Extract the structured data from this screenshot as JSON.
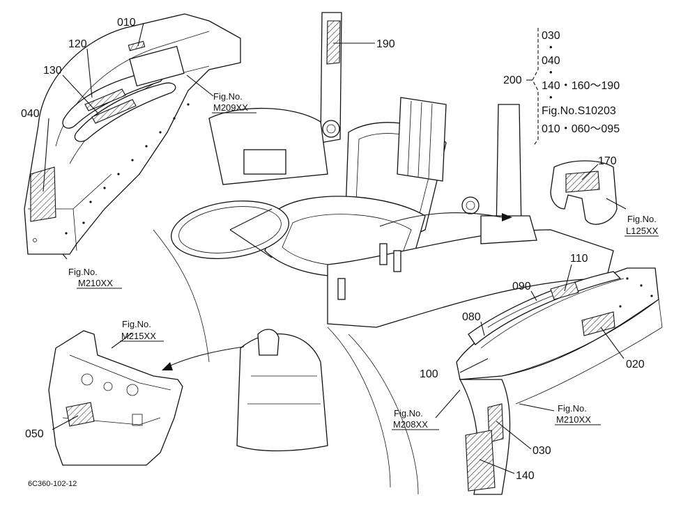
{
  "diagram": {
    "callouts": {
      "c010": "010",
      "c120": "120",
      "c130": "130",
      "c040": "040",
      "c190": "190",
      "c200": "200",
      "c170": "170",
      "c110": "110",
      "c090": "090",
      "c080": "080",
      "c100": "100",
      "c020": "020",
      "c050": "050",
      "c030": "030",
      "c140": "140"
    },
    "group_200": {
      "line1": "030",
      "dot1": "•",
      "line2": "040",
      "dot2": "•",
      "line3": "140・160～190",
      "dot3": "•",
      "line4": "Fig.No.S10203",
      "line5": "010・060～095"
    },
    "fig_refs": {
      "m209_label": "Fig.No.",
      "m209_code": "M209XX",
      "m210a_label": "Fig.No.",
      "m210a_code": "M210XX",
      "m215_label": "Fig.No.",
      "m215_code": "M215XX",
      "l125_label": "Fig.No.",
      "l125_code": "L125XX",
      "m208_label": "Fig.No.",
      "m208_code": "M208XX",
      "m210b_label": "Fig.No.",
      "m210b_code": "M210XX"
    },
    "drawing_code": "6C360-102-12"
  }
}
